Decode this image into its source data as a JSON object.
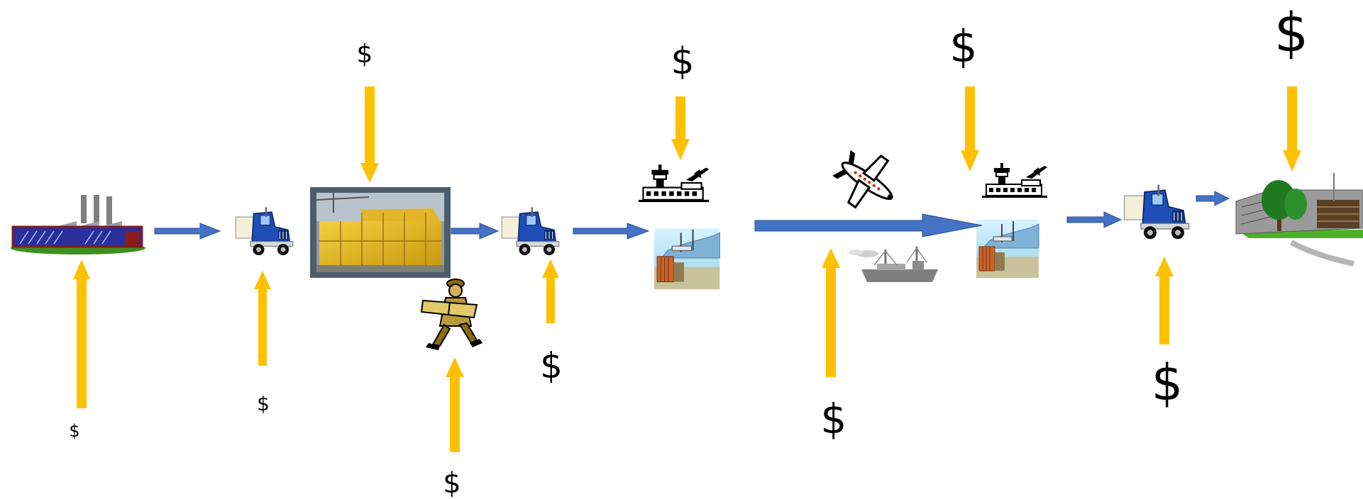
{
  "diagram": {
    "colors": {
      "flow_arrow": "#4472C4",
      "flow_arrow_outline": "#2F528F",
      "cost_arrow": "#FFC000",
      "text": "#000000"
    },
    "nodes": [
      {
        "id": "factory",
        "icon": "factory-icon"
      },
      {
        "id": "truck-1",
        "icon": "truck-icon"
      },
      {
        "id": "warehouse",
        "icon": "shipping-containers-photo"
      },
      {
        "id": "courier",
        "icon": "courier-carrying-box-icon"
      },
      {
        "id": "truck-2",
        "icon": "truck-icon"
      },
      {
        "id": "airport-origin",
        "icon": "airport-icon"
      },
      {
        "id": "port-origin",
        "icon": "seaport-icon"
      },
      {
        "id": "airplane",
        "icon": "airplane-icon"
      },
      {
        "id": "ship",
        "icon": "cargo-ship-icon"
      },
      {
        "id": "airport-destination",
        "icon": "airport-icon"
      },
      {
        "id": "port-destination",
        "icon": "seaport-icon"
      },
      {
        "id": "truck-3",
        "icon": "truck-icon"
      },
      {
        "id": "office",
        "icon": "office-building-icon"
      }
    ],
    "costs": [
      {
        "id": "factory",
        "label": "$",
        "size": 1
      },
      {
        "id": "truck-1",
        "label": "$",
        "size": 1
      },
      {
        "id": "warehouse",
        "label": "$",
        "size": 2
      },
      {
        "id": "courier",
        "label": "$",
        "size": 2
      },
      {
        "id": "truck-2",
        "label": "$",
        "size": 3
      },
      {
        "id": "airport-origin",
        "label": "$",
        "size": 3
      },
      {
        "id": "shipping",
        "label": "$",
        "size": 4
      },
      {
        "id": "airport-destination",
        "label": "$",
        "size": 4
      },
      {
        "id": "truck-3",
        "label": "$",
        "size": 5
      },
      {
        "id": "office",
        "label": "$",
        "size": 5
      }
    ]
  }
}
